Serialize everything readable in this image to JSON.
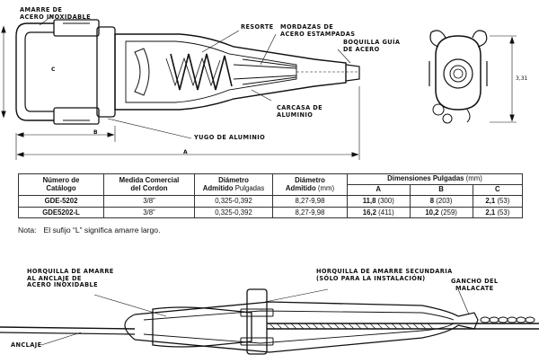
{
  "top_drawing": {
    "labels": {
      "amarre_line1": "AMARRE DE",
      "amarre_line2": "ACERO INOXIDABLE",
      "resorte": "RESORTE",
      "mordazas_line1": "MORDAZAS DE",
      "mordazas_line2": "ACERO ESTAMPADAS",
      "boquilla_line1": "BOQUILLA GUÍA",
      "boquilla_line2": "DE ACERO",
      "carcasa_line1": "CARCASA DE",
      "carcasa_line2": "ALUMINIO",
      "yugo": "YUGO DE ALUMINIO"
    },
    "dimensions": {
      "a": "A",
      "b": "B",
      "c": "C",
      "height": "3,31"
    }
  },
  "table": {
    "headers": {
      "catalog_line1": "Número de",
      "catalog_line2": "Catálogo",
      "medida_line1": "Medida Comercial",
      "medida_line2": "del Cordon",
      "diam_pulg_line1": "Diámetro",
      "diam_pulg_line2a": "Admitido",
      "diam_pulg_line2b": "Pulgadas",
      "diam_mm_line1": "Diámetro",
      "diam_mm_line2a": "Admitido",
      "diam_mm_line2b": "(mm)",
      "dimensions_a": "Dimensiones Pulgadas",
      "dimensions_b": "(mm)",
      "col_a": "A",
      "col_b": "B",
      "col_c": "C"
    },
    "rows": [
      {
        "catalog": "GDE-5202",
        "medida": "3/8\"",
        "diam_pulg": "0,325-0,392",
        "diam_mm": "8,27-9,98",
        "a_val": "11,8",
        "a_mm": "(300)",
        "b_val": "8",
        "b_mm": "(203)",
        "c_val": "2,1",
        "c_mm": "(53)"
      },
      {
        "catalog": "GDE5202-L",
        "medida": "3/8\"",
        "diam_pulg": "0,325-0,392",
        "diam_mm": "8,27-9,98",
        "a_val": "16,2",
        "a_mm": "(411)",
        "b_val": "10,2",
        "b_mm": "(259)",
        "c_val": "2,1",
        "c_mm": "(53)"
      }
    ]
  },
  "note": {
    "label": "Nota:",
    "text": "El sufijo “L” significa amarre largo."
  },
  "bottom_drawing": {
    "labels": {
      "horquilla_line1": "HORQUILLA DE AMARRE",
      "horquilla_line2": "AL ANCLAJE DE",
      "horquilla_line3": "ACERO INOXIDABLE",
      "secundaria_line1": "HORQUILLA DE AMARRE SECUNDARIA",
      "secundaria_line2": "(SÓLO PARA LA INSTALACIÓN)",
      "gancho_line1": "GANCHO DEL",
      "gancho_line2": "MALACATE",
      "anclaje": "ANCLAJE"
    }
  }
}
